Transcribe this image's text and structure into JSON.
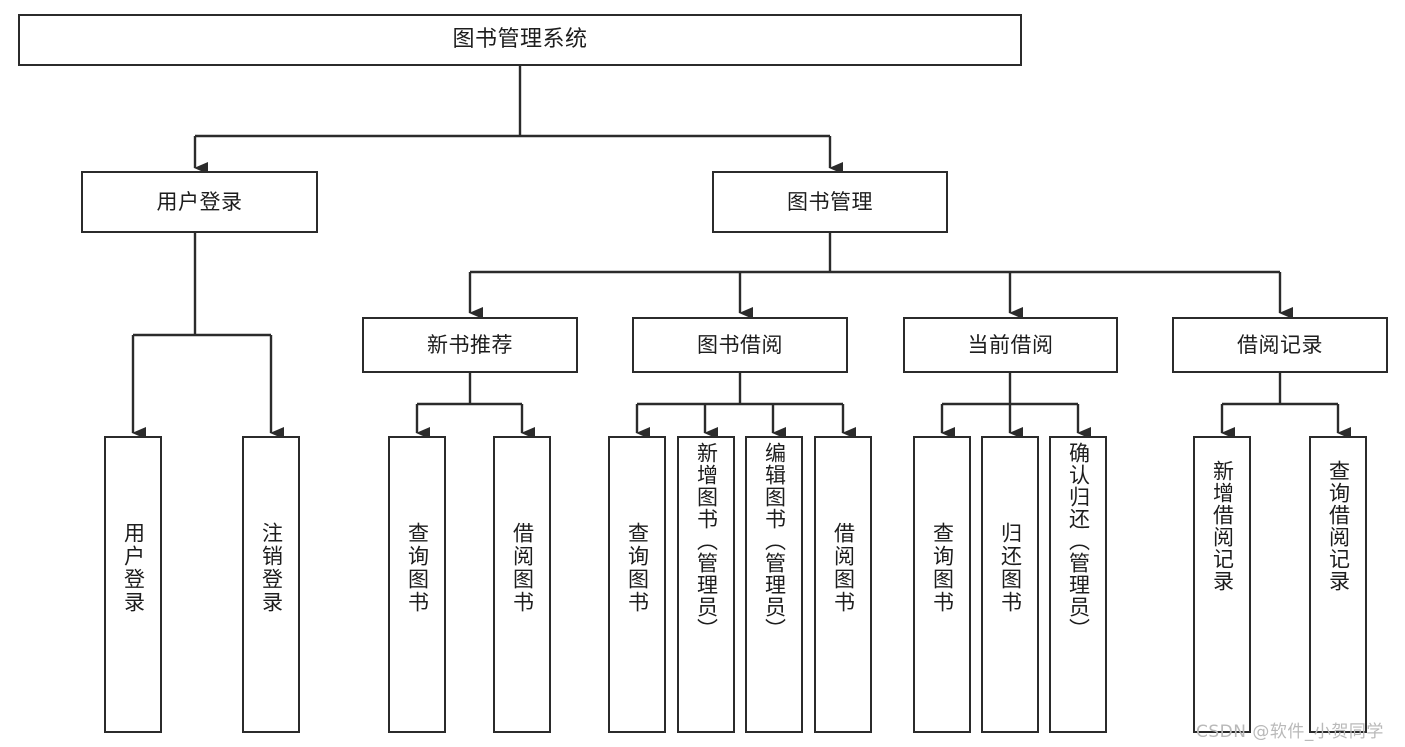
{
  "diagram": {
    "title": "图书管理系统",
    "type": "hierarchy-tree",
    "theme": {
      "background": "#ffffff",
      "node_fill": "#ffffff",
      "node_border": "#2b2b2b",
      "line_color": "#2b2b2b",
      "text_color": "#1d1d1d",
      "watermark_color": "#b9b9b9"
    },
    "levels": {
      "root": {
        "label": "图书管理系统"
      },
      "level2": [
        {
          "id": "user-login",
          "label": "用户登录"
        },
        {
          "id": "book-manage",
          "label": "图书管理"
        }
      ],
      "level3": [
        {
          "id": "new-book-recommend",
          "label": "新书推荐"
        },
        {
          "id": "book-borrow",
          "label": "图书借阅"
        },
        {
          "id": "current-borrow",
          "label": "当前借阅"
        },
        {
          "id": "borrow-record",
          "label": "借阅记录"
        }
      ],
      "leaves": {
        "user-login": [
          {
            "id": "leaf-user-login",
            "label": "用户登录"
          },
          {
            "id": "leaf-user-logout",
            "label": "注销登录"
          }
        ],
        "new-book-recommend": [
          {
            "id": "leaf-query-book-1",
            "label": "查询图书"
          },
          {
            "id": "leaf-borrow-book-1",
            "label": "借阅图书"
          }
        ],
        "book-borrow": [
          {
            "id": "leaf-query-book-2",
            "label": "查询图书"
          },
          {
            "id": "leaf-add-book",
            "label": "新增图书（管理员）"
          },
          {
            "id": "leaf-edit-book",
            "label": "编辑图书（管理员）"
          },
          {
            "id": "leaf-borrow-book-2",
            "label": "借阅图书"
          }
        ],
        "current-borrow": [
          {
            "id": "leaf-query-book-3",
            "label": "查询图书"
          },
          {
            "id": "leaf-return-book",
            "label": "归还图书"
          },
          {
            "id": "leaf-confirm-return",
            "label": "确认归还（管理员）"
          }
        ],
        "borrow-record": [
          {
            "id": "leaf-add-record",
            "label": "新增借阅记录"
          },
          {
            "id": "leaf-query-record",
            "label": "查询借阅记录"
          }
        ]
      }
    },
    "watermark": "CSDN @软件_小贺同学"
  }
}
